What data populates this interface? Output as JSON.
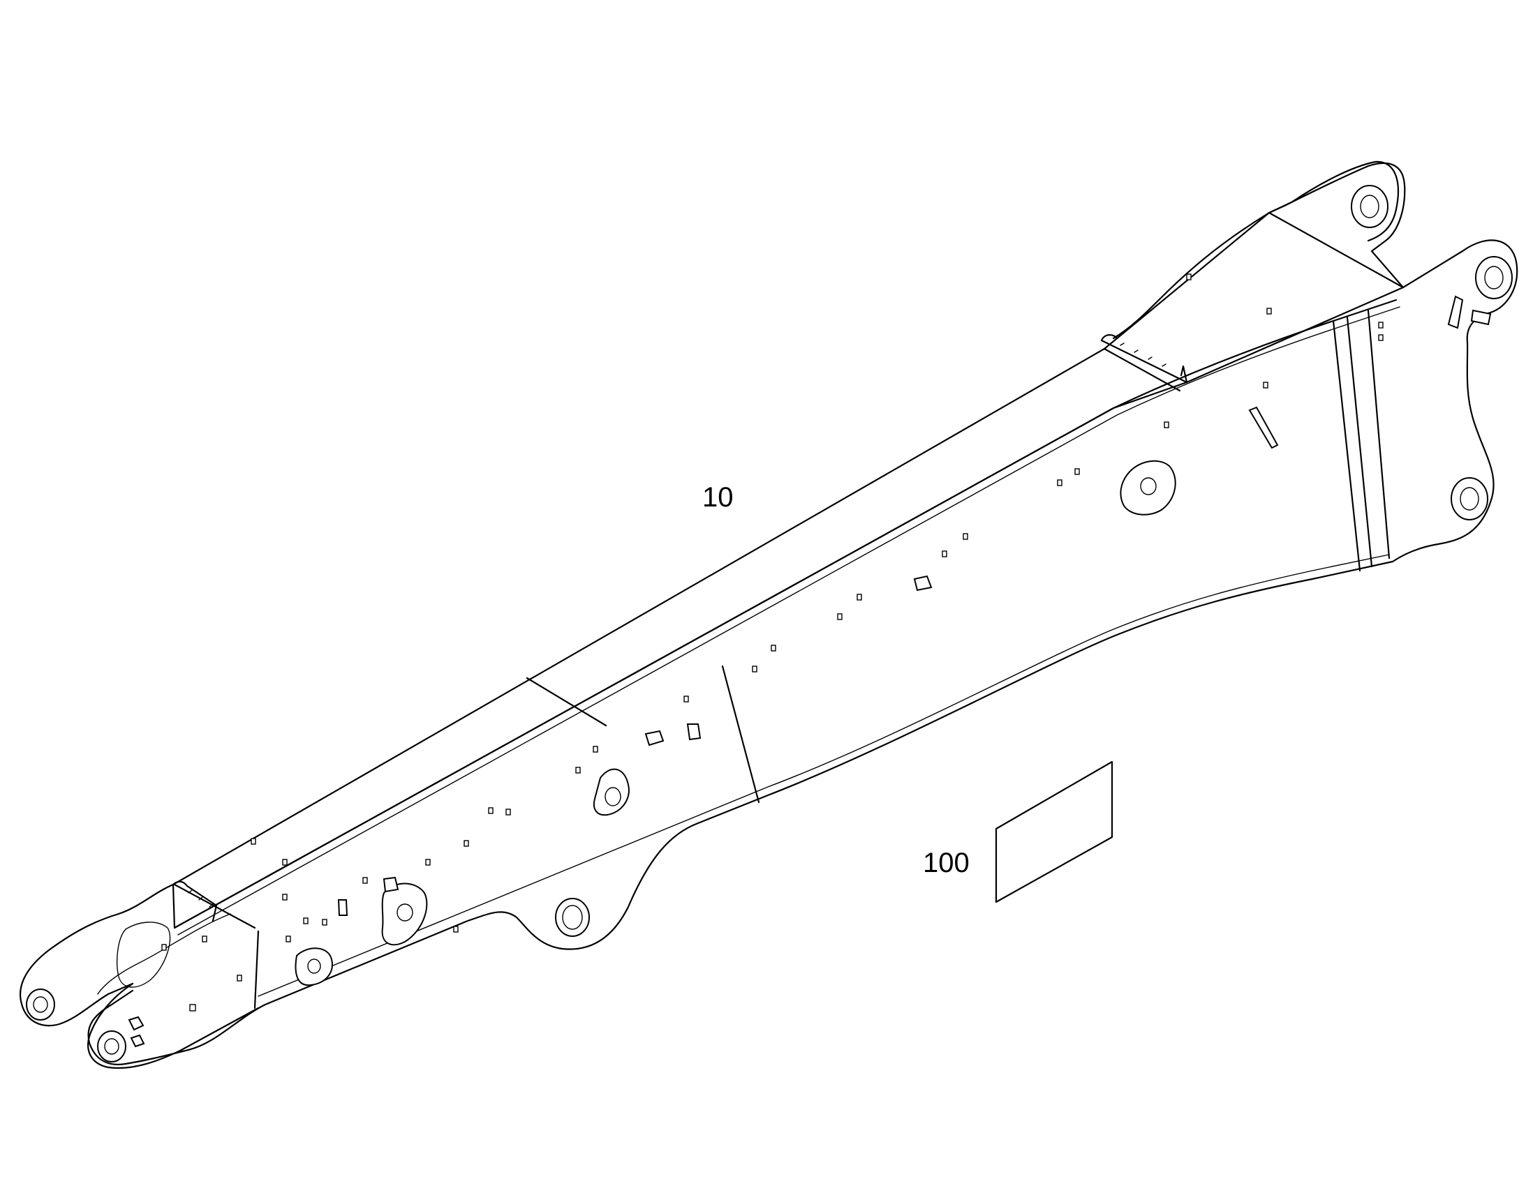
{
  "diagram": {
    "callouts": [
      {
        "id": "part-10",
        "label": "10"
      },
      {
        "id": "part-100",
        "label": "100"
      }
    ]
  }
}
